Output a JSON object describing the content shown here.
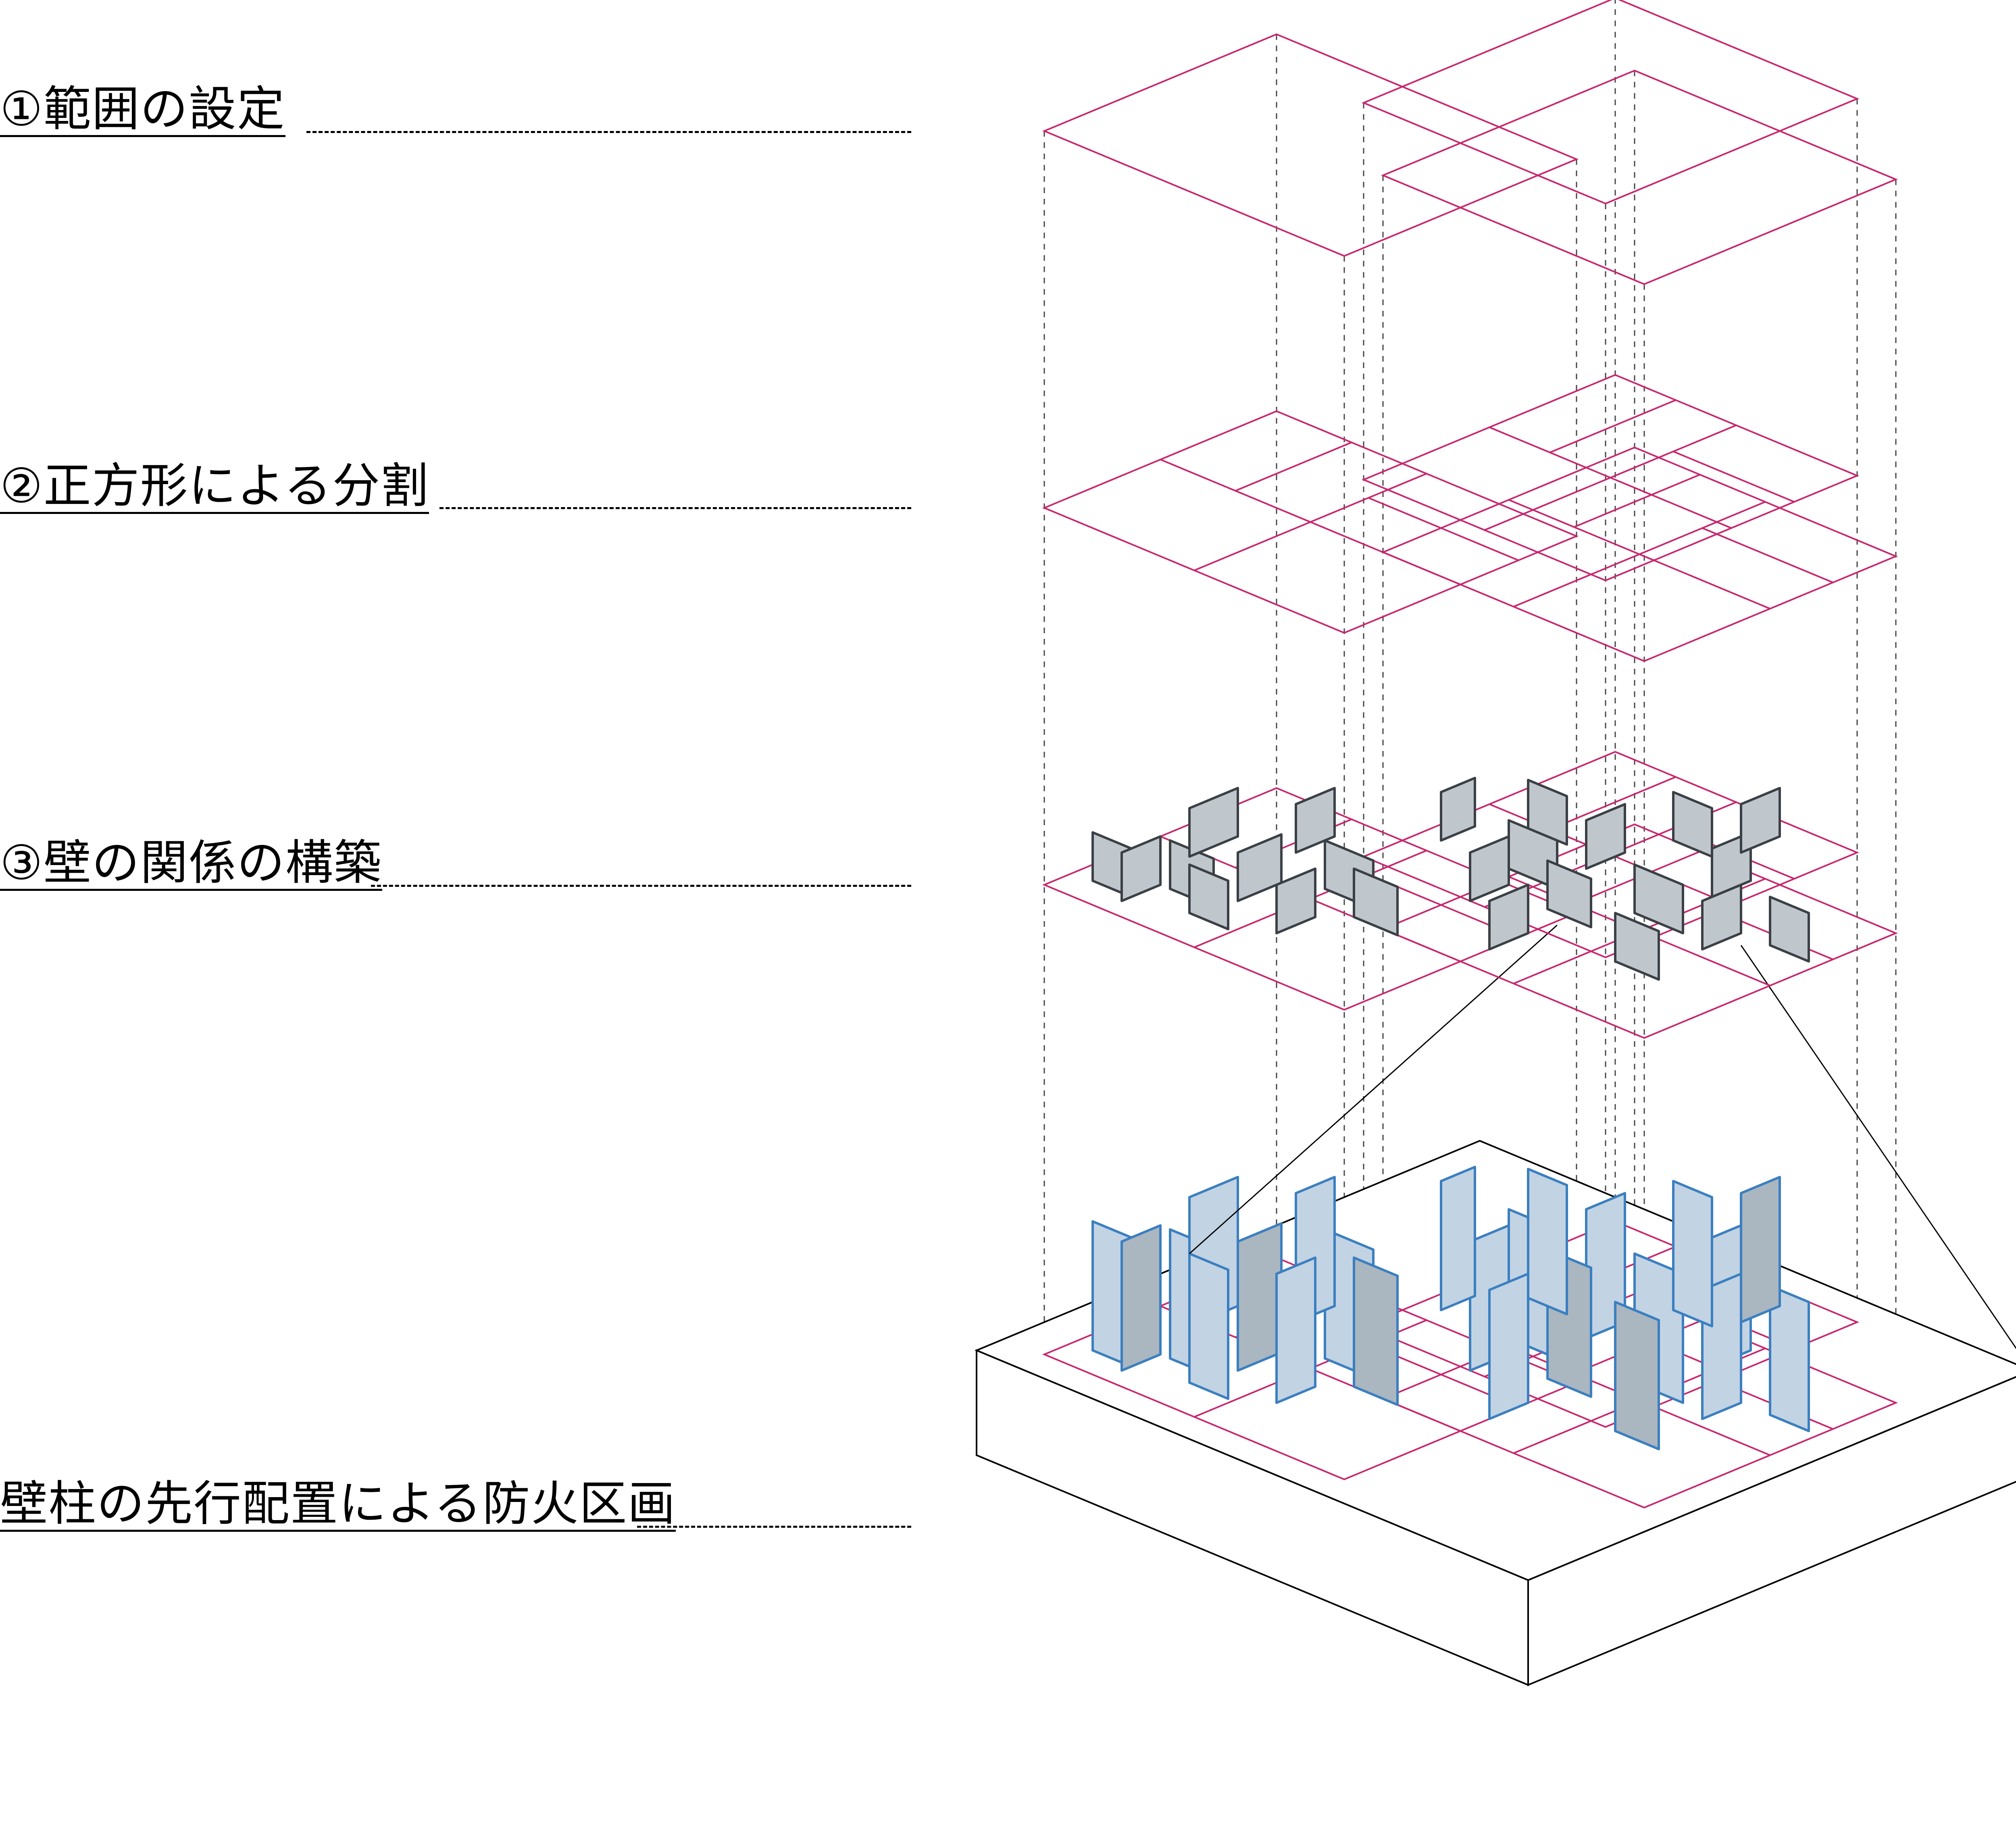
{
  "steps": [
    {
      "label": "①範囲の設定"
    },
    {
      "label": "②正方形による分割"
    },
    {
      "label": "③壁の関係の構築"
    },
    {
      "label": "壁柱の先行配置による防火区画"
    }
  ],
  "colors": {
    "grid": "#c8276e",
    "guide": "#444444",
    "wall_gray_face": "#bfc6cc",
    "wall_gray_edge": "#3a4046",
    "wall_blue_face": "#c2d3e3",
    "wall_blue_shadow": "#aab6c0",
    "wall_blue_edge": "#3b7fc0",
    "base_edge": "#000000"
  }
}
